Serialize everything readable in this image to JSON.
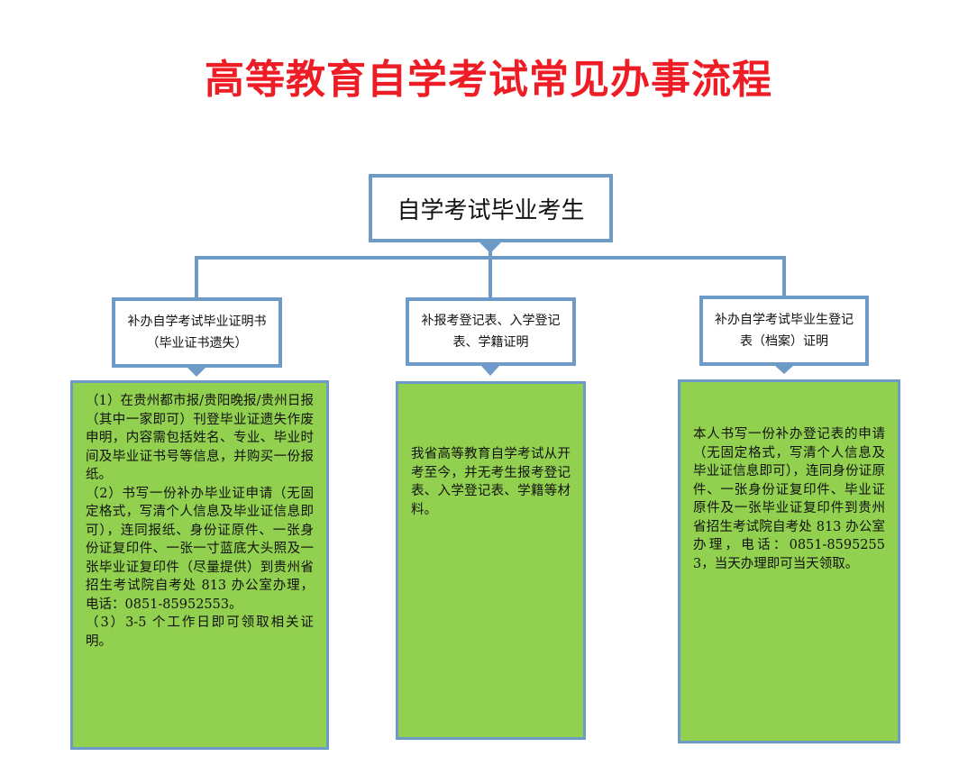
{
  "title": "高等教育自学考试常见办事流程",
  "root": {
    "label": "自学考试毕业考生"
  },
  "colors": {
    "title": "#ee1c24",
    "border": "#6d9ac7",
    "detail_fill": "#92d050"
  },
  "branches": [
    {
      "label": "补办自学考试毕业证明书（毕业证书遗失）",
      "detail": "（1）在贵州都市报/贵阳晚报/贵州日报（其中一家即可）刊登毕业证遗失作废申明，内容需包括姓名、专业、毕业时间及毕业证书号等信息，并购买一份报纸。\n（2）书写一份补办毕业证申请（无固定格式，写清个人信息及毕业证信息即可），连同报纸、身份证原件、一张身份证复印件、一张一寸蓝底大头照及一张毕业证复印件（尽量提供）到贵州省招生考试院自考处 813 办公室办理，电话：0851-85952553。\n（3）3-5 个工作日即可领取相关证明。"
    },
    {
      "label": "补报考登记表、入学登记表、学籍证明",
      "detail": "我省高等教育自学考试从开考至今，并无考生报考登记表、入学登记表、学籍等材料。"
    },
    {
      "label": "补办自学考试毕业生登记表（档案）证明",
      "detail": "本人书写一份补办登记表的申请（无固定格式，写清个人信息及毕业证信息即可），连同身份证原件、一张身份证复印件、毕业证原件及一张毕业证复印件到贵州省招生考试院自考处 813 办公室办理，电话：0851-85952553，当天办理即可当天领取。"
    }
  ]
}
